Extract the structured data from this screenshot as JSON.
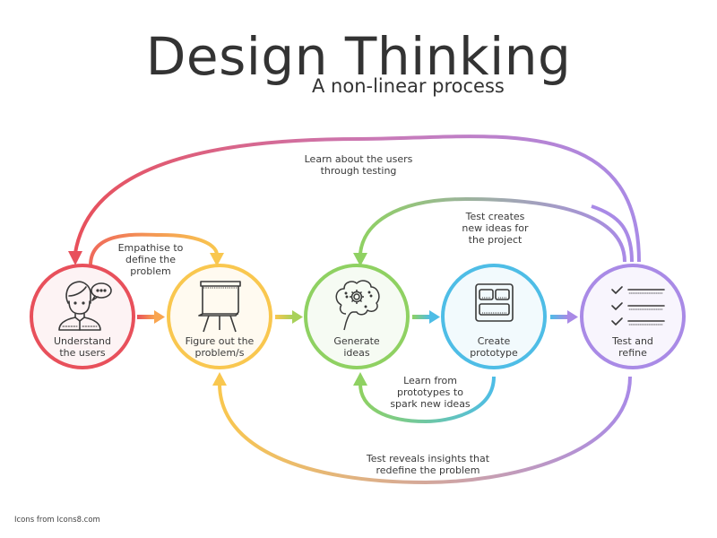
{
  "header": {
    "title": "Design Thinking",
    "subtitle": "A non-linear process"
  },
  "nodes": [
    {
      "id": "understand",
      "label_line1": "Understand",
      "label_line2": "the users",
      "icon": "user-speech-bubble-icon",
      "color": "#e8505b",
      "fill": "#fdf3f4"
    },
    {
      "id": "figure",
      "label_line1": "Figure out the",
      "label_line2": "problem/s",
      "icon": "flip-chart-icon",
      "color": "#f9c74f",
      "fill": "#fffaf0"
    },
    {
      "id": "generate",
      "label_line1": "Generate",
      "label_line2": "ideas",
      "icon": "brain-gear-icon",
      "color": "#8fd162",
      "fill": "#f6fbf3"
    },
    {
      "id": "prototype",
      "label_line1": "Create",
      "label_line2": "prototype",
      "icon": "prototype-layout-icon",
      "color": "#4ebde6",
      "fill": "#f2fafd"
    },
    {
      "id": "test",
      "label_line1": "Test and",
      "label_line2": "refine",
      "icon": "checklist-icon",
      "color": "#a98ae6",
      "fill": "#f8f5fd"
    }
  ],
  "loops": {
    "learn_users": {
      "line1": "Learn about the users",
      "line2": "through testing"
    },
    "empathise": {
      "line1": "Empathise to",
      "line2": "define the",
      "line3": "problem"
    },
    "test_creates": {
      "line1": "Test creates",
      "line2": "new ideas for",
      "line3": "the project"
    },
    "learn_prototypes": {
      "line1": "Learn from",
      "line2": "prototypes to",
      "line3": "spark new ideas"
    },
    "test_reveals": {
      "line1": "Test reveals insights that",
      "line2": "redefine the problem"
    }
  },
  "footer": {
    "credit": "Icons from Icons8.com"
  },
  "colors": {
    "red": "#e8505b",
    "yellow": "#f9c74f",
    "green": "#8fd162",
    "blue": "#4ebde6",
    "purple": "#a98ae6",
    "text": "#3a3a3a"
  }
}
